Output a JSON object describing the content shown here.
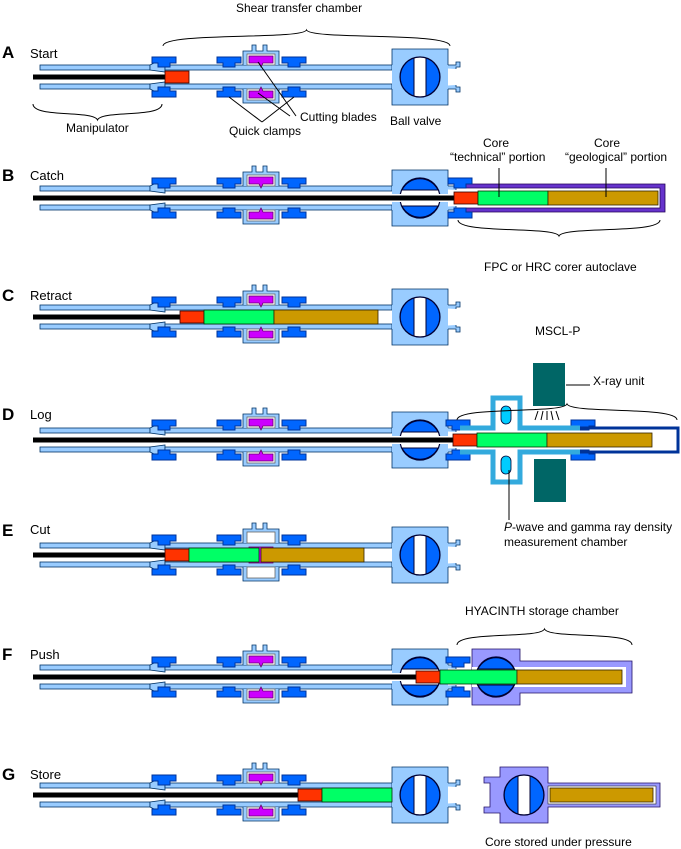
{
  "colors": {
    "housing": "#99ccff",
    "housing_stroke": "#003366",
    "clamp": "#0066ff",
    "clamp_dark": "#003399",
    "blade": "#cc00ff",
    "rod": "#000000",
    "piston": "#ff3300",
    "core_technical": "#00ff66",
    "core_geological": "#cc9900",
    "ball": "#0066ff",
    "autoclave": "#6633cc",
    "hyacinth": "#9999ff",
    "mscl": "#33aadd",
    "xray": "#006666",
    "sensor": "#00ccff"
  },
  "panels": [
    {
      "id": "A",
      "letter": "A",
      "title": "Start",
      "stage": "start"
    },
    {
      "id": "B",
      "letter": "B",
      "title": "Catch",
      "stage": "catch"
    },
    {
      "id": "C",
      "letter": "C",
      "title": "Retract",
      "stage": "retract"
    },
    {
      "id": "D",
      "letter": "D",
      "title": "Log",
      "stage": "log"
    },
    {
      "id": "E",
      "letter": "E",
      "title": "Cut",
      "stage": "cut"
    },
    {
      "id": "F",
      "letter": "F",
      "title": "Push",
      "stage": "push"
    },
    {
      "id": "G",
      "letter": "G",
      "title": "Store",
      "stage": "store"
    }
  ],
  "annotations": {
    "shear_transfer_chamber": "Shear transfer chamber",
    "manipulator": "Manipulator",
    "quick_clamps": "Quick clamps",
    "cutting_blades": "Cutting blades",
    "ball_valve": "Ball valve",
    "core_technical_1": "Core",
    "core_technical_2": "“technical” portion",
    "core_geological_1": "Core",
    "core_geological_2": "“geological” portion",
    "autoclave": "FPC or HRC corer autoclave",
    "mscl": "MSCL-P",
    "xray_unit": "X-ray unit",
    "pwave_1_italic": "P",
    "pwave_1_rest": "-wave and gamma ray density",
    "pwave_2": "measurement chamber",
    "hyacinth": "HYACINTH storage chamber",
    "stored": "Core stored under pressure"
  }
}
